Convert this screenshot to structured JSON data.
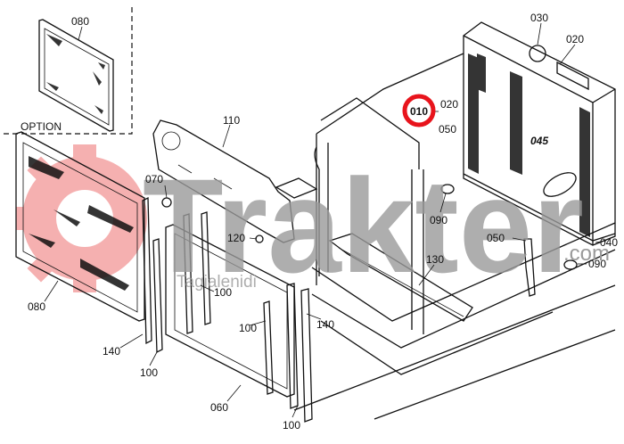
{
  "diagram": {
    "option_label": "OPTION",
    "highlighted_part": "010",
    "highlight_color": "#e8141c",
    "part_labels": [
      "080",
      "110",
      "030",
      "020",
      "010",
      "020",
      "050",
      "045",
      "070",
      "120",
      "090",
      "050",
      "040",
      "090",
      "130",
      "100",
      "080",
      "100",
      "140",
      "140",
      "100",
      "060",
      "100"
    ]
  },
  "watermark": {
    "brand": "Trakter",
    "domain_suffix": ".com",
    "tagline": "Tagialenidi",
    "color": "#9a9a9a",
    "gear_color": "#f29a9a"
  }
}
